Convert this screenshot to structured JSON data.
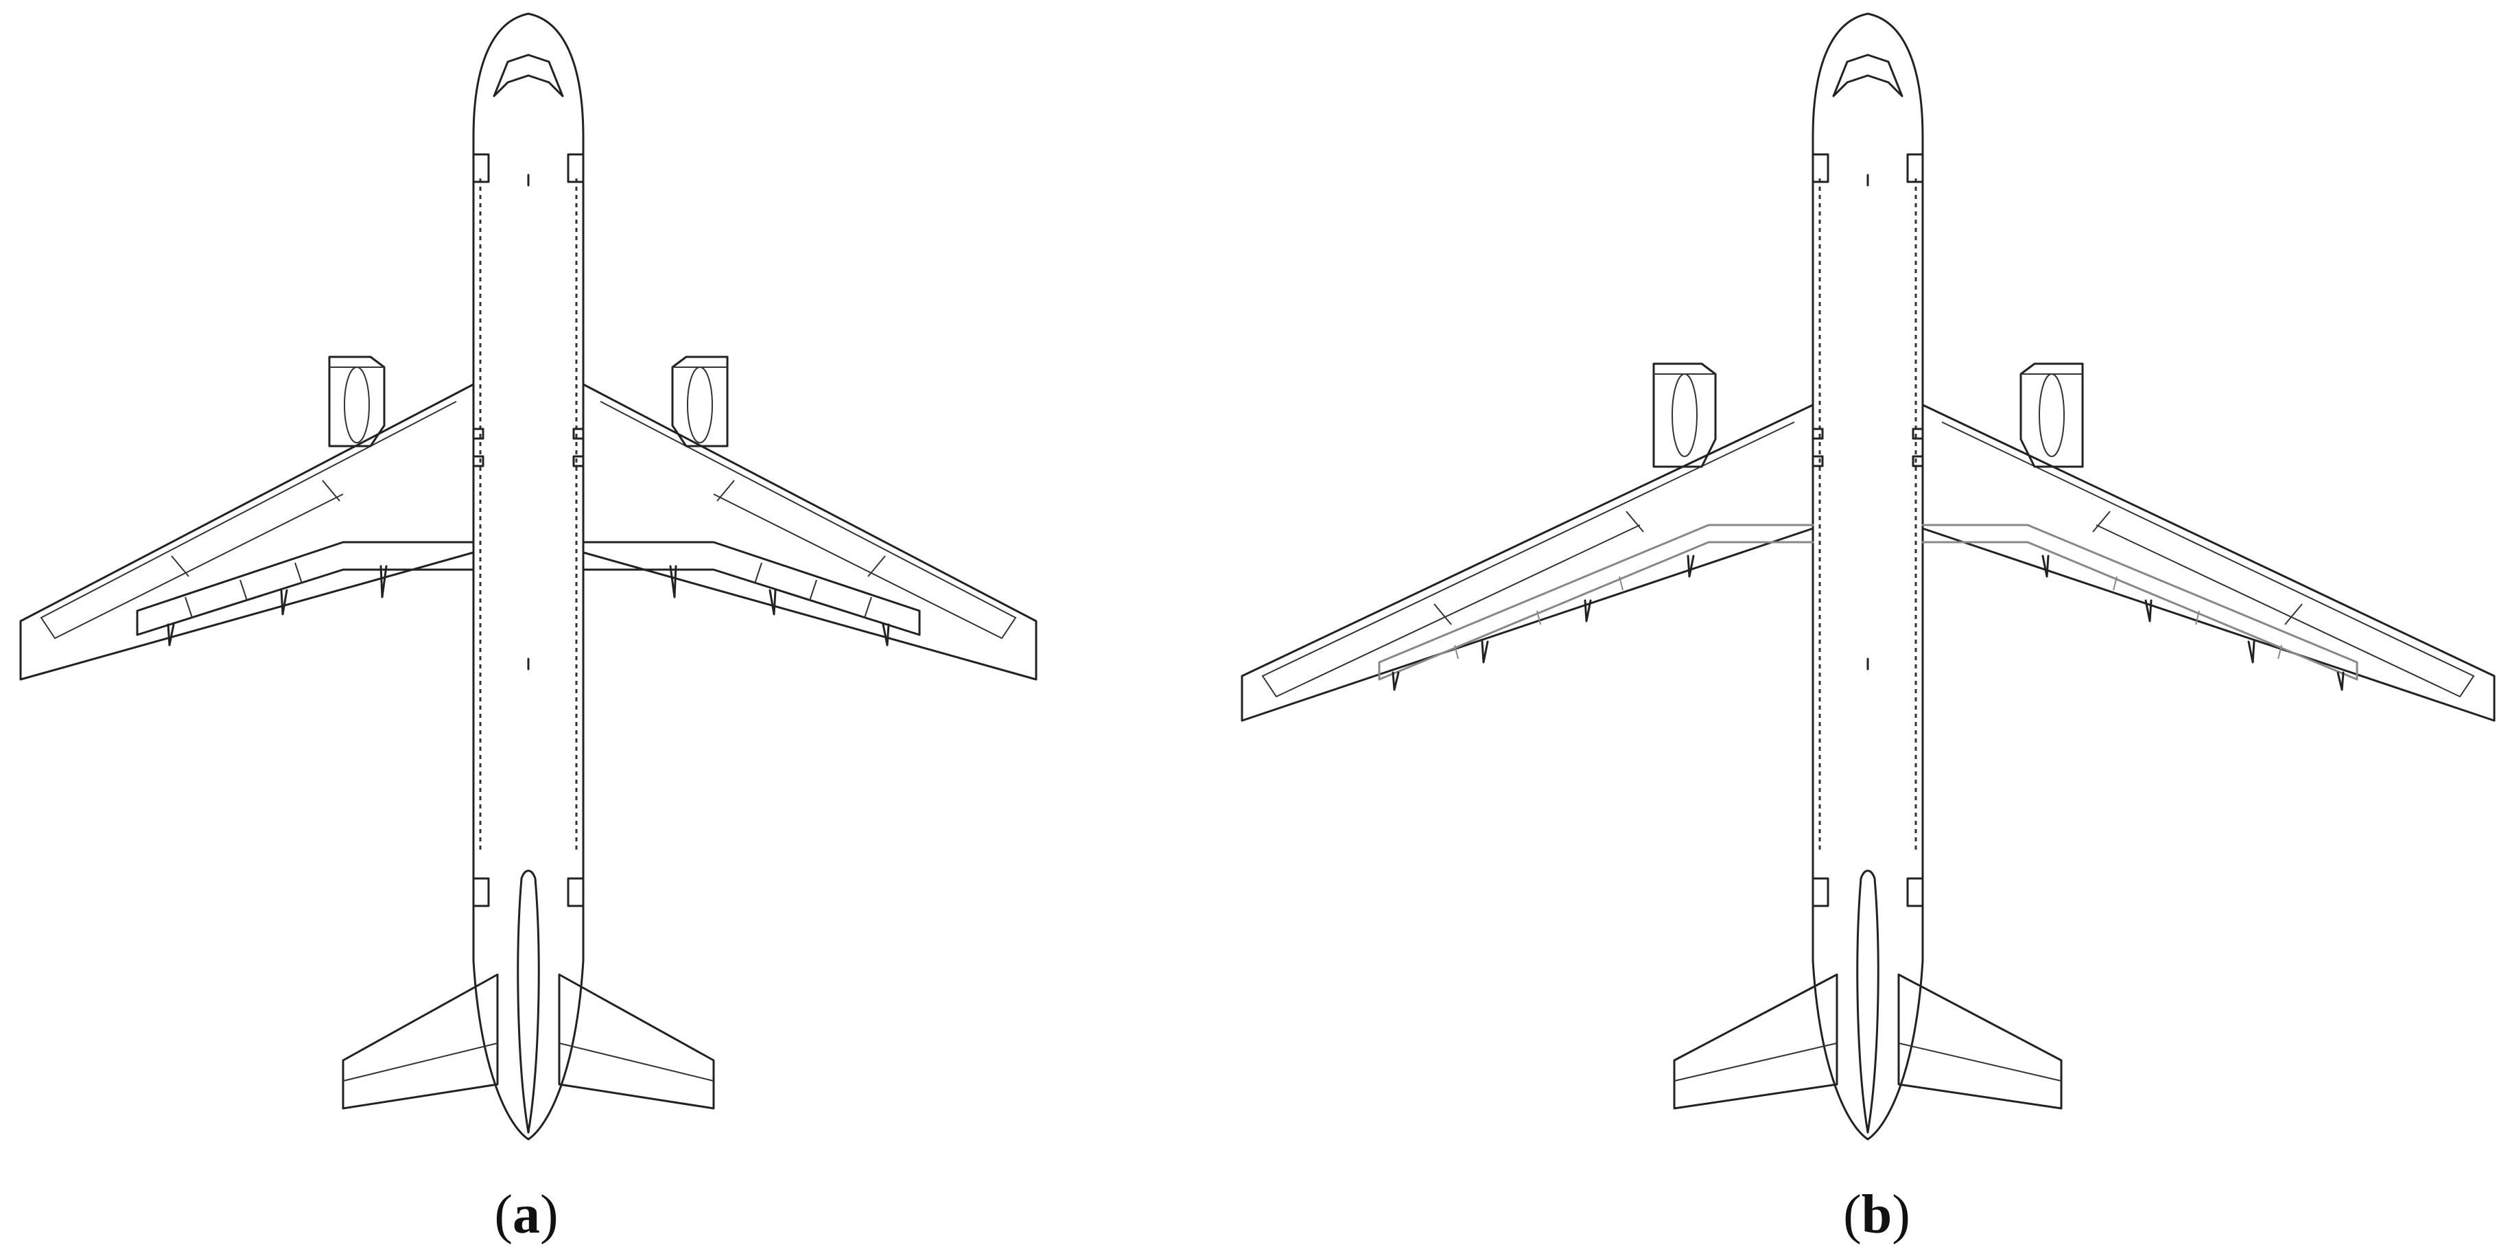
{
  "panels": [
    {
      "id": "a",
      "open": "(",
      "letter": "a",
      "close": ")",
      "flap_color": "#222222"
    },
    {
      "id": "b",
      "open": "(",
      "letter": "b",
      "close": ")",
      "flap_color": "#888888"
    }
  ],
  "icons": [
    "airplane-top-view-icon",
    "airplane-top-view-icon"
  ]
}
